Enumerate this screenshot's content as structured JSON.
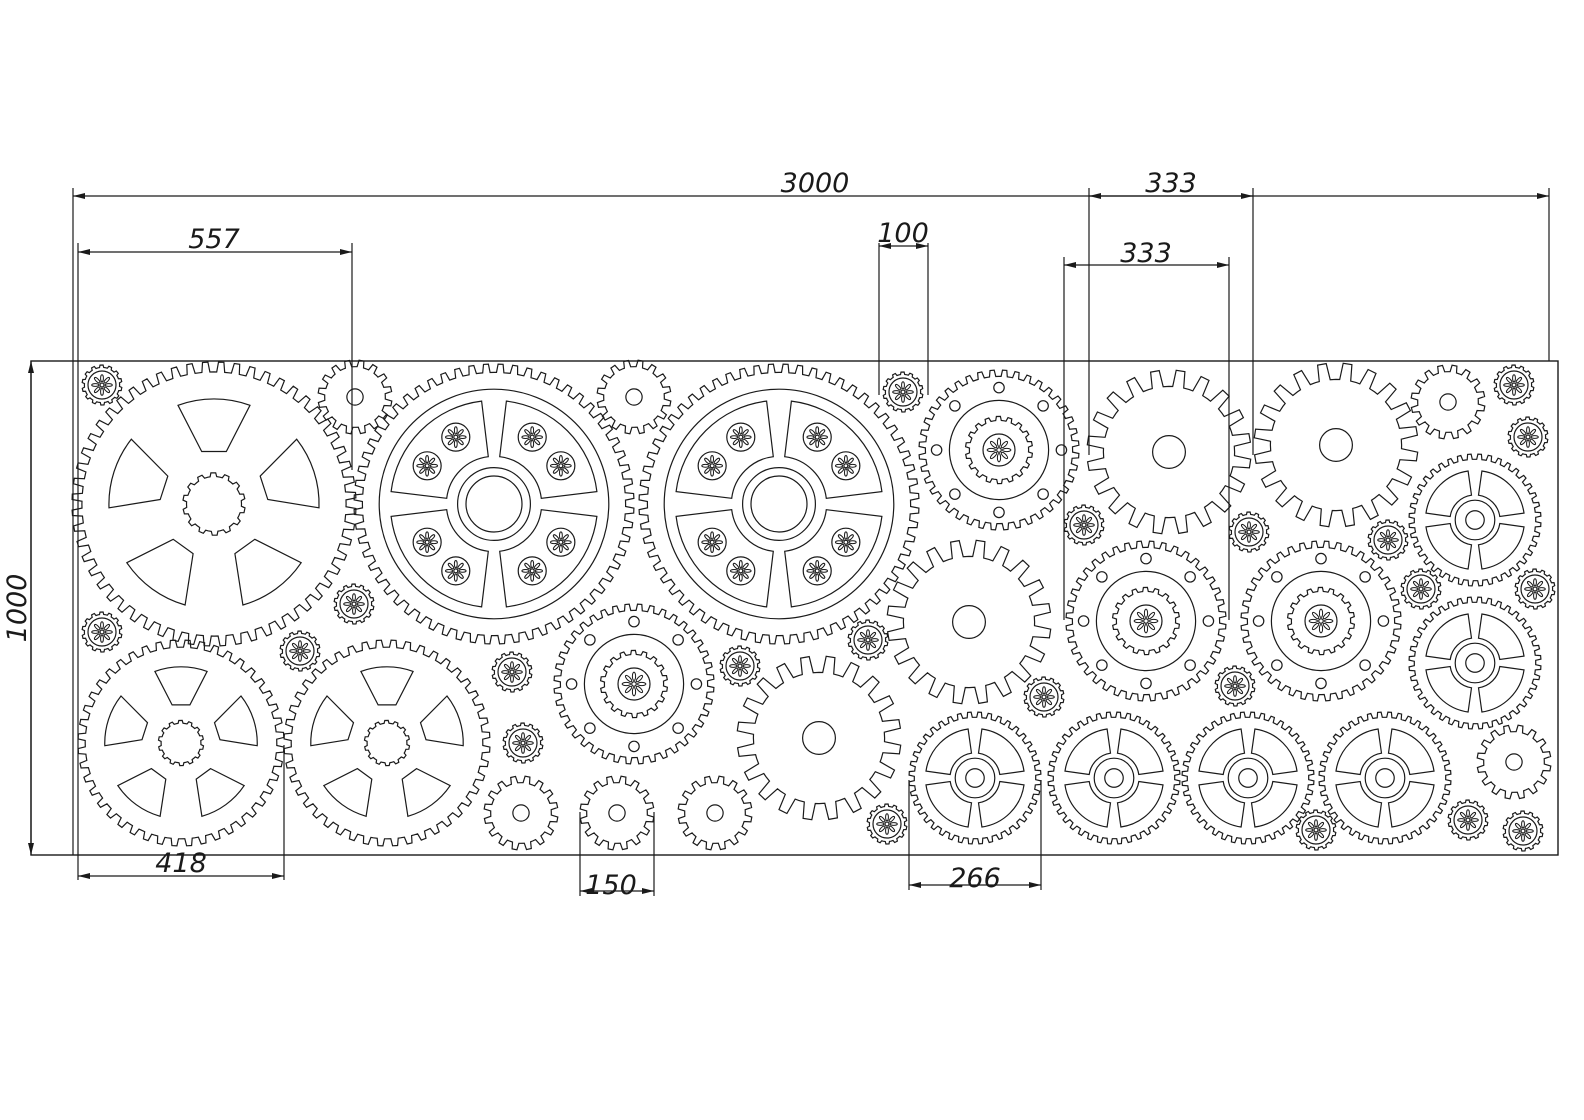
{
  "drawing": {
    "line_color": "#1a1a1a",
    "background": "#ffffff",
    "dimensions": {
      "overall_width": "3000",
      "overall_height": "1000",
      "large_gear": "557",
      "big_gear_bottom": "418",
      "small_gear": "150",
      "medium_gear": "266",
      "tiny_gear": "100",
      "spur_gear_top": "333",
      "spur_gear_lower": "333"
    }
  }
}
